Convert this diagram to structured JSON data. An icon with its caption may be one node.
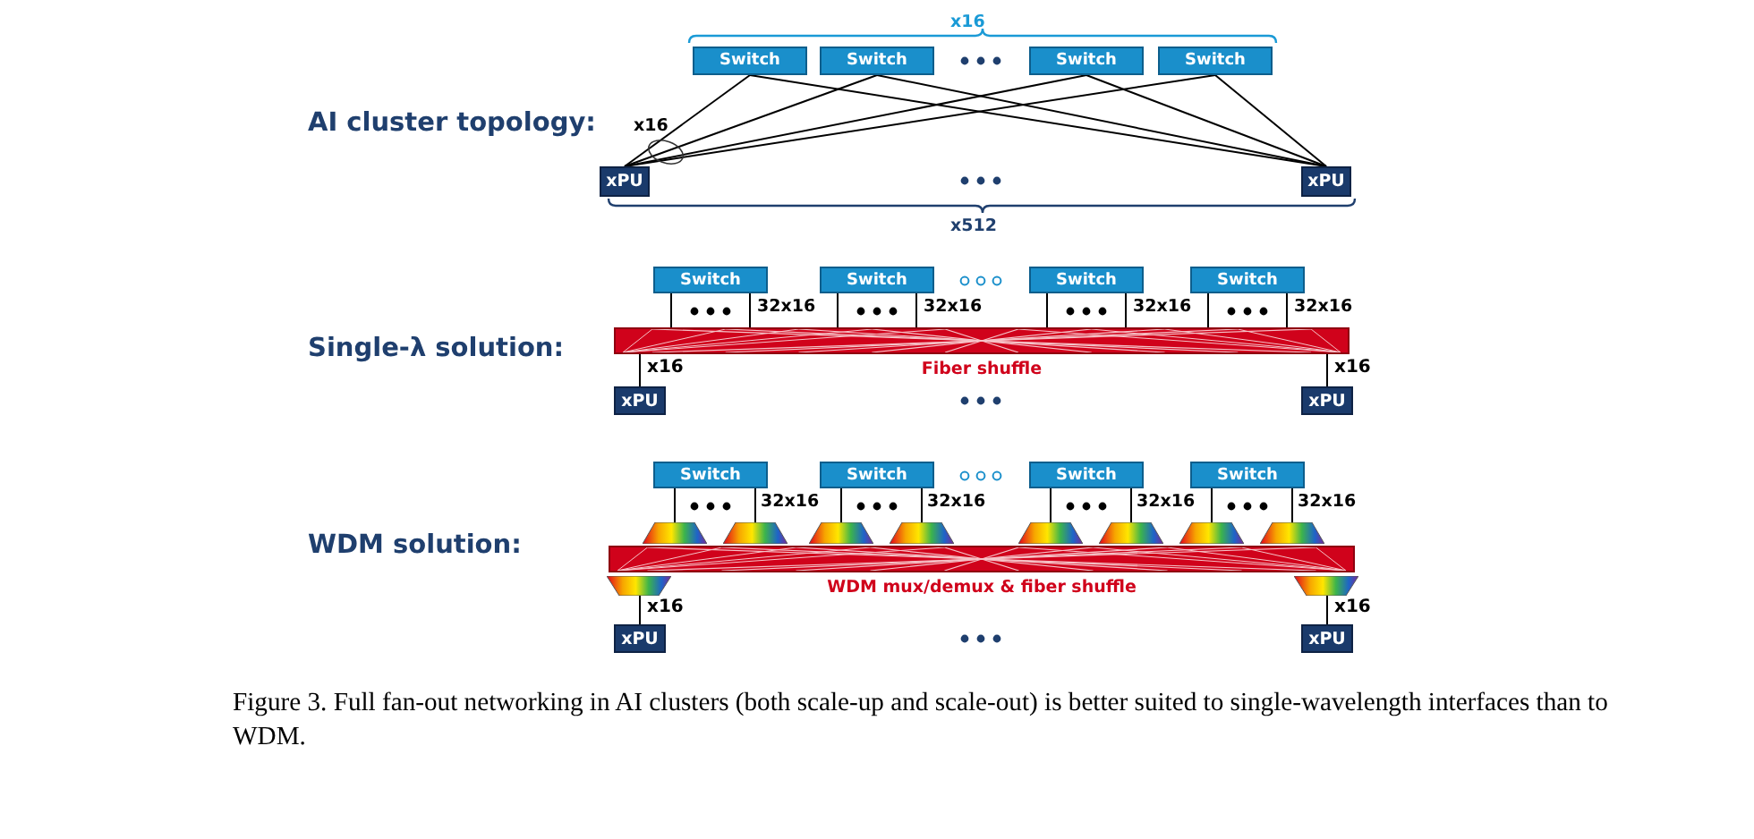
{
  "diagram": {
    "caption": "Figure 3. Full fan-out networking in AI clusters (both scale-up and scale-out) is better suited to single-wavelength interfaces than to WDM.",
    "nodes": [
      {
        "text": [
          "Switch"
        ]
      },
      {
        "text": [
          "Switch"
        ]
      },
      {
        "text": [
          "Switch"
        ]
      },
      {
        "text": [
          "Switch"
        ]
      },
      {
        "text": [
          "xPU"
        ]
      },
      {
        "text": [
          "xPU"
        ]
      },
      {
        "text": [
          "Switch"
        ]
      },
      {
        "text": [
          "Switch"
        ]
      },
      {
        "text": [
          "Switch"
        ]
      },
      {
        "text": [
          "Switch"
        ]
      },
      {
        "text": [],
        "shape": "bar",
        "beside": [
          "Fiber shuffle"
        ]
      },
      {
        "text": [
          "xPU"
        ]
      },
      {
        "text": [
          "xPU"
        ]
      },
      {
        "text": [
          "Switch"
        ]
      },
      {
        "text": [
          "Switch"
        ]
      },
      {
        "text": [
          "Switch"
        ]
      },
      {
        "text": [
          "Switch"
        ]
      },
      {
        "text": [],
        "shape": "trapezoid"
      },
      {
        "text": [],
        "shape": "trapezoid"
      },
      {
        "text": [],
        "shape": "trapezoid"
      },
      {
        "text": [],
        "shape": "trapezoid"
      },
      {
        "text": [],
        "shape": "trapezoid"
      },
      {
        "text": [],
        "shape": "trapezoid"
      },
      {
        "text": [],
        "shape": "trapezoid"
      },
      {
        "text": [],
        "shape": "trapezoid"
      },
      {
        "text": [],
        "shape": "bar",
        "beside": [
          "WDM mux/demux & fiber shuffle"
        ]
      },
      {
        "text": [],
        "shape": "trapezoid"
      },
      {
        "text": [],
        "shape": "trapezoid"
      },
      {
        "text": [
          "xPU"
        ]
      },
      {
        "text": [
          "xPU"
        ]
      }
    ],
    "edges": [
      {
        "from": 0,
        "to": 4,
        "arrow": "none"
      },
      {
        "from": 0,
        "to": 5,
        "arrow": "none"
      },
      {
        "from": 1,
        "to": 4,
        "arrow": "none"
      },
      {
        "from": 1,
        "to": 5,
        "arrow": "none"
      },
      {
        "from": 2,
        "to": 4,
        "arrow": "none"
      },
      {
        "from": 2,
        "to": 5,
        "arrow": "none"
      },
      {
        "from": 3,
        "to": 4,
        "arrow": "none"
      },
      {
        "from": 3,
        "to": 5,
        "arrow": "none"
      },
      {
        "from": 6,
        "to": 10,
        "arrow": "none"
      },
      {
        "from": 6,
        "to": 10,
        "arrow": "none"
      },
      {
        "from": 7,
        "to": 10,
        "arrow": "none"
      },
      {
        "from": 7,
        "to": 10,
        "arrow": "none"
      },
      {
        "from": 8,
        "to": 10,
        "arrow": "none"
      },
      {
        "from": 8,
        "to": 10,
        "arrow": "none"
      },
      {
        "from": 9,
        "to": 10,
        "arrow": "none"
      },
      {
        "from": 9,
        "to": 10,
        "arrow": "none"
      },
      {
        "from": 10,
        "to": 11,
        "arrow": "none",
        "label": "x16"
      },
      {
        "from": 10,
        "to": 12,
        "arrow": "none",
        "label": "x16"
      },
      {
        "from": 13,
        "to": 17,
        "arrow": "none"
      },
      {
        "from": 13,
        "to": 18,
        "arrow": "none"
      },
      {
        "from": 14,
        "to": 19,
        "arrow": "none"
      },
      {
        "from": 14,
        "to": 20,
        "arrow": "none"
      },
      {
        "from": 15,
        "to": 21,
        "arrow": "none"
      },
      {
        "from": 15,
        "to": 22,
        "arrow": "none"
      },
      {
        "from": 16,
        "to": 23,
        "arrow": "none"
      },
      {
        "from": 16,
        "to": 24,
        "arrow": "none"
      },
      {
        "from": 26,
        "to": 28,
        "arrow": "none",
        "label": "x16"
      },
      {
        "from": 27,
        "to": 29,
        "arrow": "none",
        "label": "x16"
      }
    ],
    "labels": [
      "x16",
      "AI cluster topology:",
      "x16",
      "x512",
      "Single-λ solution:",
      "32x16",
      "32x16",
      "32x16",
      "32x16",
      "WDM solution:",
      "32x16",
      "32x16",
      "32x16",
      "32x16"
    ]
  }
}
